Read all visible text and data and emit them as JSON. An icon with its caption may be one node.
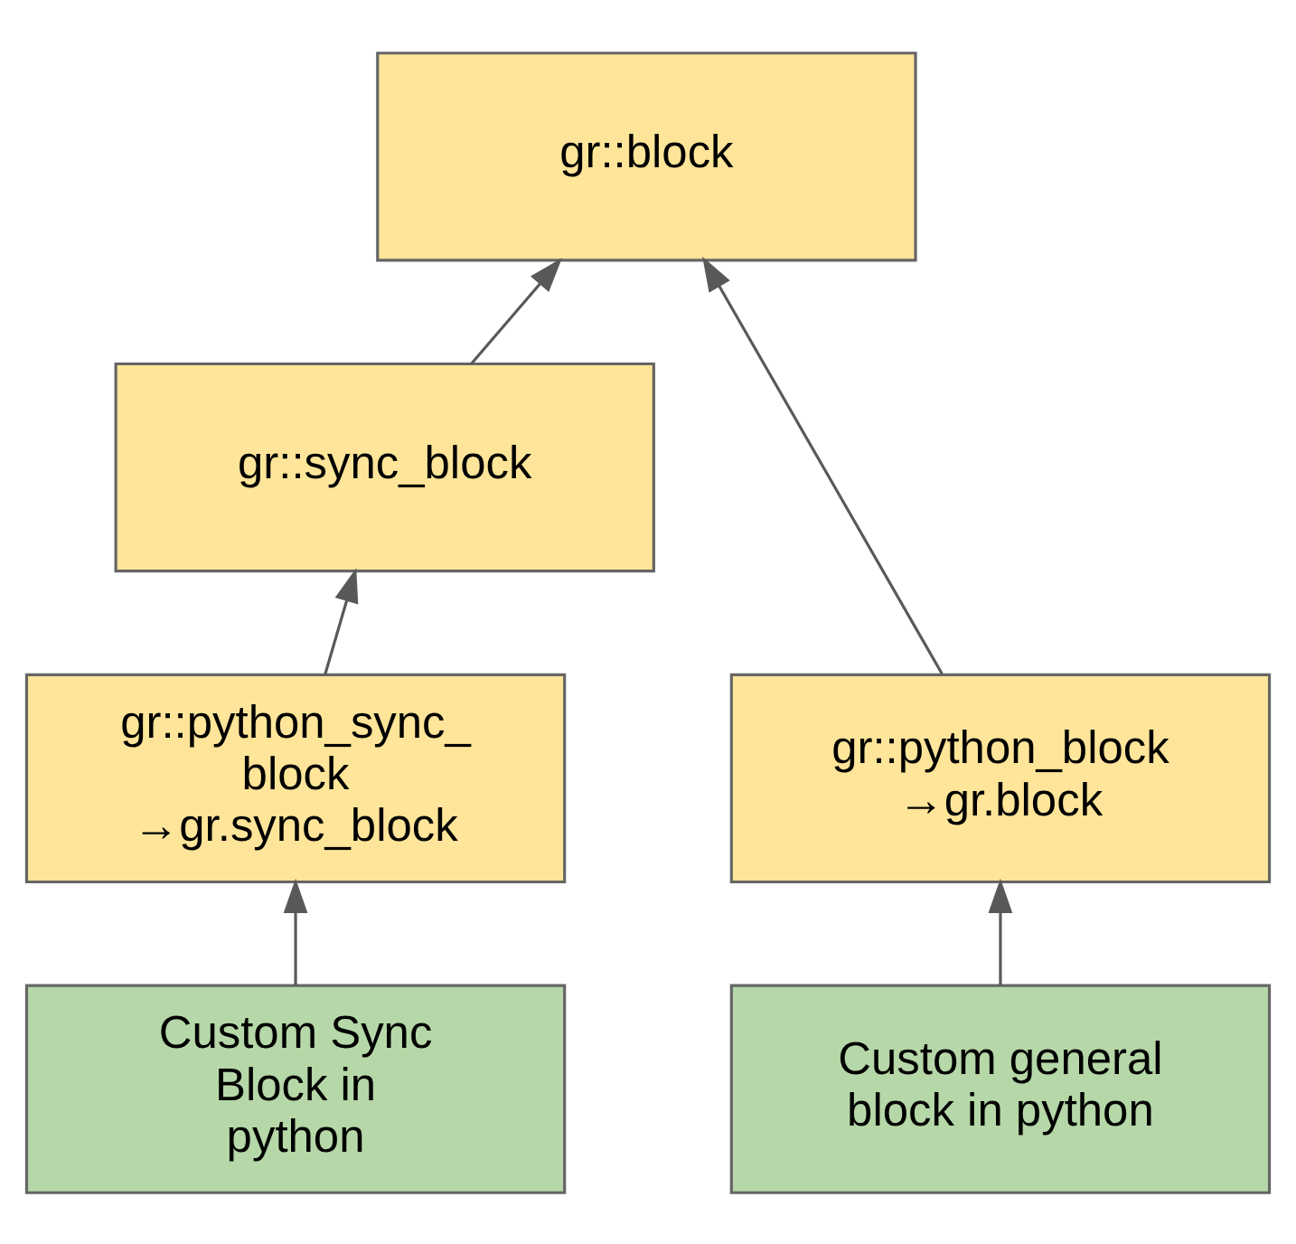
{
  "diagram": {
    "nodes": [
      {
        "text": [
          "gr::block"
        ]
      },
      {
        "text": [
          "gr::sync_block"
        ]
      },
      {
        "text": [
          "gr::python_sync_ block →gr.sync_block"
        ]
      },
      {
        "text": [
          "gr::python_block →gr.block"
        ]
      },
      {
        "text": [
          "Custom Sync Block in python"
        ]
      },
      {
        "text": [
          "Custom general block in python"
        ]
      }
    ],
    "edges": [
      {
        "from": 1,
        "to": 0,
        "arrow": "to"
      },
      {
        "from": 3,
        "to": 0,
        "arrow": "to"
      },
      {
        "from": 2,
        "to": 1,
        "arrow": "to"
      },
      {
        "from": 4,
        "to": 2,
        "arrow": "to"
      },
      {
        "from": 5,
        "to": 3,
        "arrow": "to"
      }
    ]
  }
}
